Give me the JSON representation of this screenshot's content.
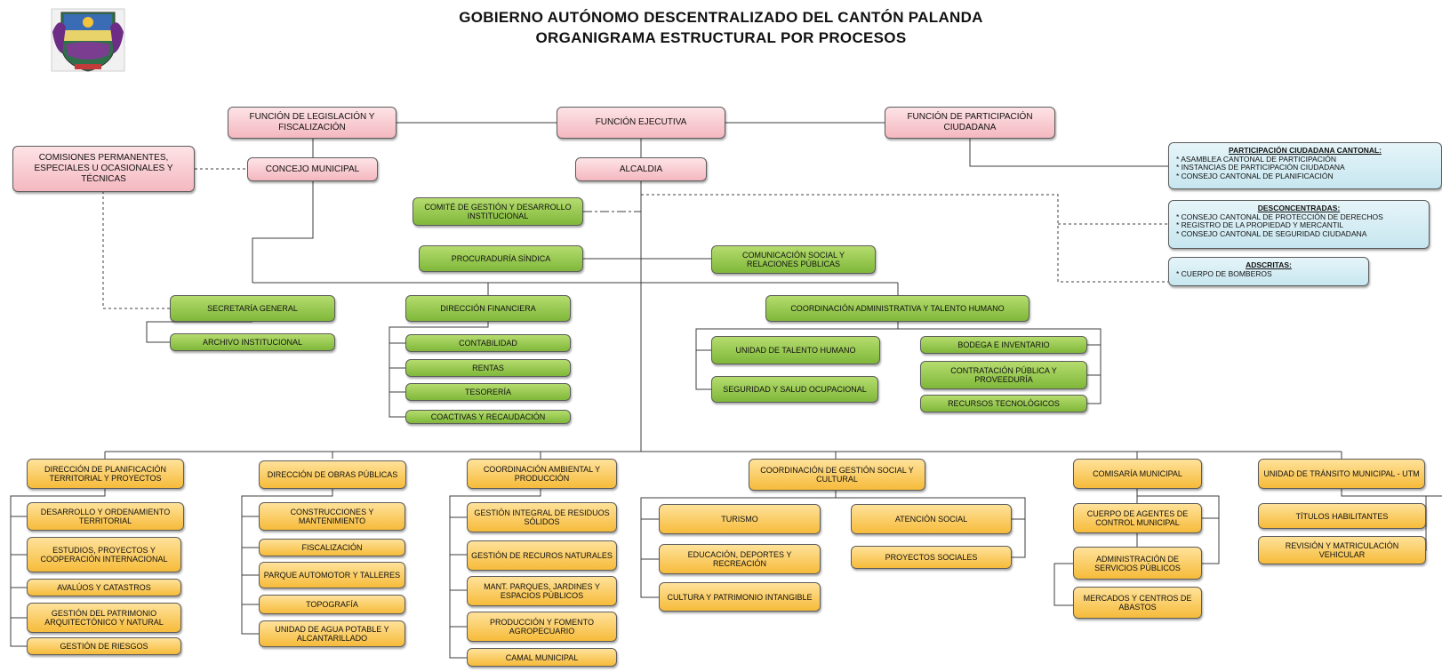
{
  "header": {
    "line1": "GOBIERNO AUTÓNOMO DESCENTRALIZADO DEL CANTÓN PALANDA",
    "line2": "ORGANIGRAMA ESTRUCTURAL POR PROCESOS"
  },
  "colors": {
    "pink": "#f4b8c0",
    "green": "#8cc43f",
    "yellow": "#f6bb3a",
    "blue": "#c7e6ef"
  },
  "logo_icon": "municipal-coat-of-arms",
  "top": {
    "legislacion": "FUNCIÓN DE LEGISLACIÓN Y FISCALIZACIÓN",
    "ejecutiva": "FUNCIÓN EJECUTIVA",
    "participacion": "FUNCIÓN DE PARTICIPACIÓN CIUDADANA",
    "comisiones": "COMISIONES PERMANENTES, ESPECIALES U OCASIONALES Y TÉCNICAS",
    "concejo": "CONCEJO MUNICIPAL",
    "alcaldia": "ALCALDIA"
  },
  "side": {
    "participacion_title": "PARTICIPACIÓN CIUDADANA CANTONAL:",
    "participacion_items": [
      "* ASAMBLEA CANTONAL DE PARTICIPACIÓN",
      "* INSTANCIAS DE PARTICIPACIÓN CIUDADANA",
      "* CONSEJO CANTONAL DE PLANIFICACIÓN"
    ],
    "desconcentradas_title": "DESCONCENTRADAS:",
    "desconcentradas_items": [
      "* CONSEJO CANTONAL DE PROTECCIÓN DE DERECHOS",
      "* REGISTRO DE LA PROPIEDAD Y MERCANTIL",
      "* CONSEJO CANTONAL DE SEGURIDAD CIUDADANA"
    ],
    "adscritas_title": "ADSCRITAS:",
    "adscritas_items": [
      "* CUERPO DE BOMBEROS"
    ]
  },
  "green": {
    "comite": "COMITÉ DE GESTIÓN Y DESARROLLO INSTITUCIONAL",
    "procuraduria": "PROCURADURÍA SÍNDICA",
    "comunicacion": "COMUNICACIÓN SOCIAL Y RELACIONES PÚBLICAS",
    "secretaria": "SECRETARÍA GENERAL",
    "archivo": "ARCHIVO INSTITUCIONAL",
    "financiera": "DIRECCIÓN FINANCIERA",
    "contabilidad": "CONTABILIDAD",
    "rentas": "RENTAS",
    "tesoreria": "TESORERÍA",
    "coactivas": "COACTIVAS Y RECAUDACIÓN",
    "coordinacion_adm": "COORDINACIÓN ADMINISTRATIVA Y TALENTO HUMANO",
    "talento": "UNIDAD DE TALENTO HUMANO",
    "seguridad": "SEGURIDAD Y SALUD OCUPACIONAL",
    "bodega": "BODEGA E INVENTARIO",
    "contratacion": "CONTRATACIÓN PÚBLICA Y PROVEEDURÍA",
    "recursos": "RECURSOS TECNOLÓGICOS"
  },
  "yellow": {
    "planificacion": "DIRECCIÓN DE PLANIFICACIÓN TERRITORIAL Y PROYECTOS",
    "desarrollo": "DESARROLLO Y ORDENAMIENTO TERRITORIAL",
    "estudios": "ESTUDIOS, PROYECTOS Y COOPERACIÓN INTERNACIONAL",
    "avaluos": "AVALÚOS Y CATASTROS",
    "patrimonio": "GESTIÓN DEL PATRIMONIO ARQUITECTÓNICO Y NATURAL",
    "riesgos": "GESTIÓN DE RIESGOS",
    "obras": "DIRECCIÓN DE OBRAS PÚBLICAS",
    "construcciones": "CONSTRUCCIONES Y MANTENIMIENTO",
    "fiscalizacion": "FISCALIZACIÓN",
    "parque": "PARQUE AUTOMOTOR Y TALLERES",
    "topografia": "TOPOGRAFÍA",
    "agua": "UNIDAD DE AGUA POTABLE Y ALCANTARILLADO",
    "ambiental": "COORDINACIÓN AMBIENTAL Y PRODUCCIÓN",
    "residuos": "GESTIÓN INTEGRAL DE RESIDUOS SÓLIDOS",
    "recursos_nat": "GESTIÓN DE RECUROS NATURALES",
    "mant": "MANT. PARQUES, JARDINES Y ESPACIOS PÚBLICOS",
    "produccion": "PRODUCCIÓN Y FOMENTO AGROPECUARIO",
    "camal": "CAMAL MUNICIPAL",
    "social": "COORDINACIÓN DE GESTIÓN SOCIAL Y CULTURAL",
    "turismo": "TURISMO",
    "educacion": "EDUCACIÓN, DEPORTES Y RECREACIÓN",
    "cultura": "CULTURA Y PATRIMONIO INTANGIBLE",
    "atencion": "ATENCIÓN SOCIAL",
    "proyectos_soc": "PROYECTOS SOCIALES",
    "comisaria": "COMISARÍA MUNICIPAL",
    "cuerpo_agentes": "CUERPO DE AGENTES DE CONTROL MUNICIPAL",
    "admin_servicios": "ADMINISTRACIÓN DE SERVICIOS PÚBLICOS",
    "mercados": "MERCADOS Y CENTROS DE ABASTOS",
    "transito": "UNIDAD DE TRÁNSITO MUNICIPAL - UTM",
    "titulos": "TÍTULOS HABILITANTES",
    "revision": "REVISIÓN Y MATRICULACIÓN VEHICULAR"
  }
}
